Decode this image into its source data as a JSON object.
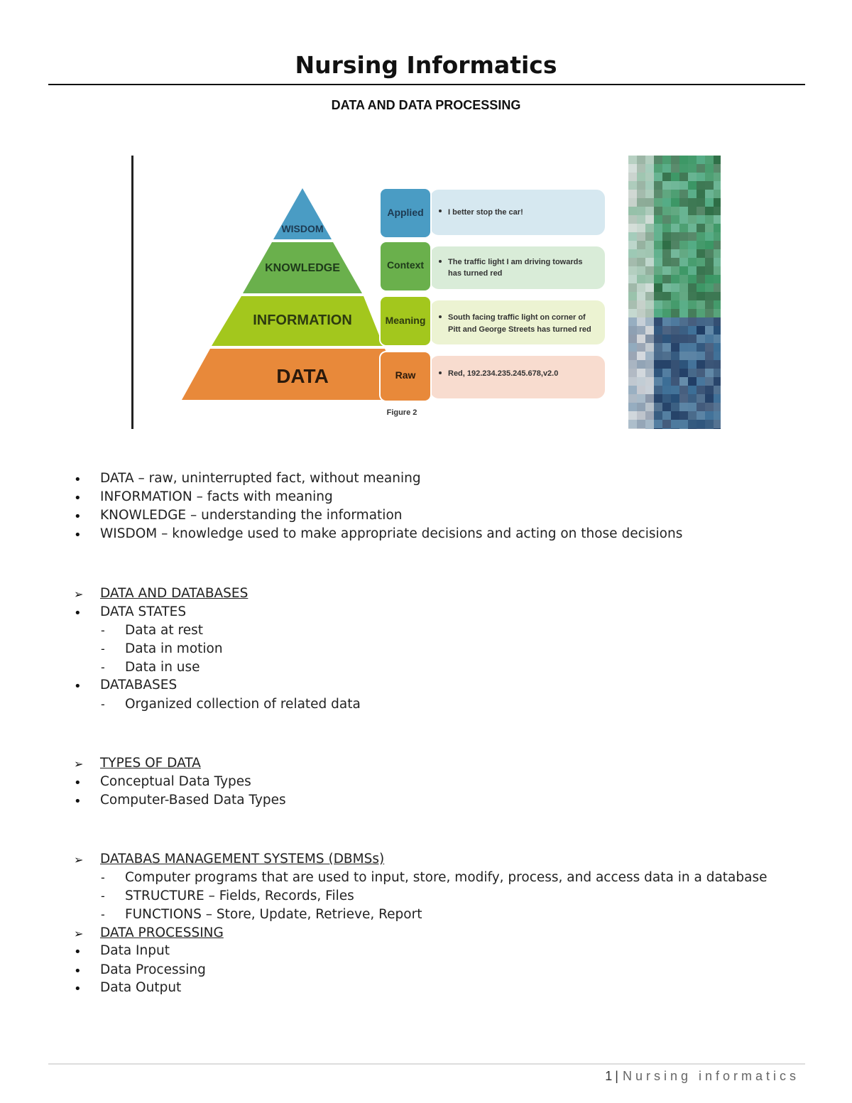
{
  "header": {
    "title": "Nursing Informatics",
    "subtitle": "DATA AND DATA PROCESSING"
  },
  "figure": {
    "pyramid": [
      "WISDOM",
      "KNOWLEDGE",
      "INFORMATION",
      "DATA"
    ],
    "rows": [
      {
        "tag": "Applied",
        "text": [
          "I better stop the car!"
        ]
      },
      {
        "tag": "Context",
        "text": [
          "The traffic light I am driving towards",
          "has turned red"
        ]
      },
      {
        "tag": "Meaning",
        "text": [
          "South facing traffic light on corner of",
          "Pitt and George Streets has turned red"
        ]
      },
      {
        "tag": "Raw",
        "text": [
          "Red, 192.234.235.245.678,v2.0"
        ]
      }
    ],
    "caption": "Figure 2",
    "colors": {
      "wisdom": "#4a9cc4",
      "knowledge": "#6ab04c",
      "information": "#a3c71d",
      "data": "#e8893a",
      "applied_bg": "#d6e8f0",
      "context_bg": "#d9ecd8",
      "meaning_bg": "#ecf3d2",
      "raw_bg": "#f8dccf"
    }
  },
  "definitions": [
    "DATA – raw, uninterrupted fact, without meaning",
    "INFORMATION – facts with meaning",
    "KNOWLEDGE – understanding the information",
    "WISDOM – knowledge used to make appropriate decisions and acting on those decisions"
  ],
  "sections": {
    "data_and_databases": {
      "heading": "DATA AND DATABASES",
      "data_states": "DATA STATES",
      "states": [
        "Data at rest",
        "Data in motion",
        "Data in use"
      ],
      "databases": "DATABASES",
      "databases_desc": "Organized collection of related data"
    },
    "types_of_data": {
      "heading": "TYPES OF DATA",
      "items": [
        "Conceptual Data Types",
        "Computer-Based Data Types"
      ]
    },
    "dbms": {
      "heading": "DATABAS MANAGEMENT SYSTEMS (DBMSs)",
      "items": [
        "Computer programs that are used to input, store, modify, process, and access data in a database",
        "STRUCTURE – Fields, Records, Files",
        "FUNCTIONS – Store, Update, Retrieve, Report"
      ]
    },
    "data_processing": {
      "heading": "DATA PROCESSING",
      "items": [
        "Data Input",
        "Data Processing",
        "Data Output"
      ]
    }
  },
  "footer": {
    "page_number": "1",
    "separator": "|",
    "text": "Nursing informatics"
  }
}
